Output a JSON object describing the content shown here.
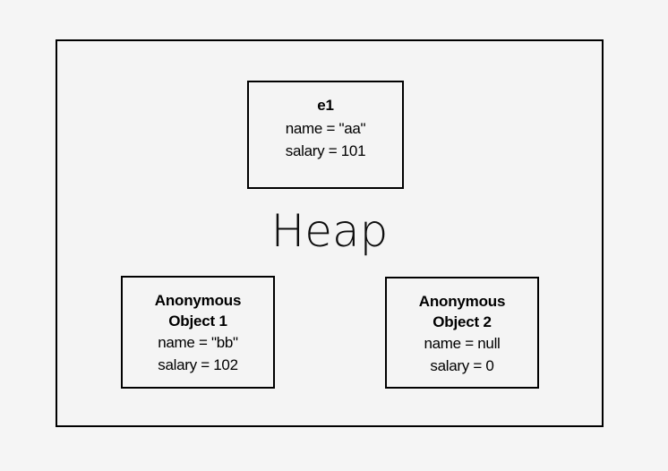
{
  "diagram": {
    "container": {
      "label": "Heap",
      "border_color": "#000000",
      "background_color": "#f4f4f4"
    },
    "page_background": "#f5f5f5",
    "boxes": [
      {
        "id": "e1",
        "title_lines": [
          "e1"
        ],
        "fields": [
          "name = \"aa\"",
          "salary = 101"
        ]
      },
      {
        "id": "anonymous-object-1",
        "title_lines": [
          "Anonymous",
          "Object 1"
        ],
        "fields": [
          "name = \"bb\"",
          "salary = 102"
        ]
      },
      {
        "id": "anonymous-object-2",
        "title_lines": [
          "Anonymous",
          "Object 2"
        ],
        "fields": [
          "name = null",
          "salary = 0"
        ]
      }
    ]
  }
}
